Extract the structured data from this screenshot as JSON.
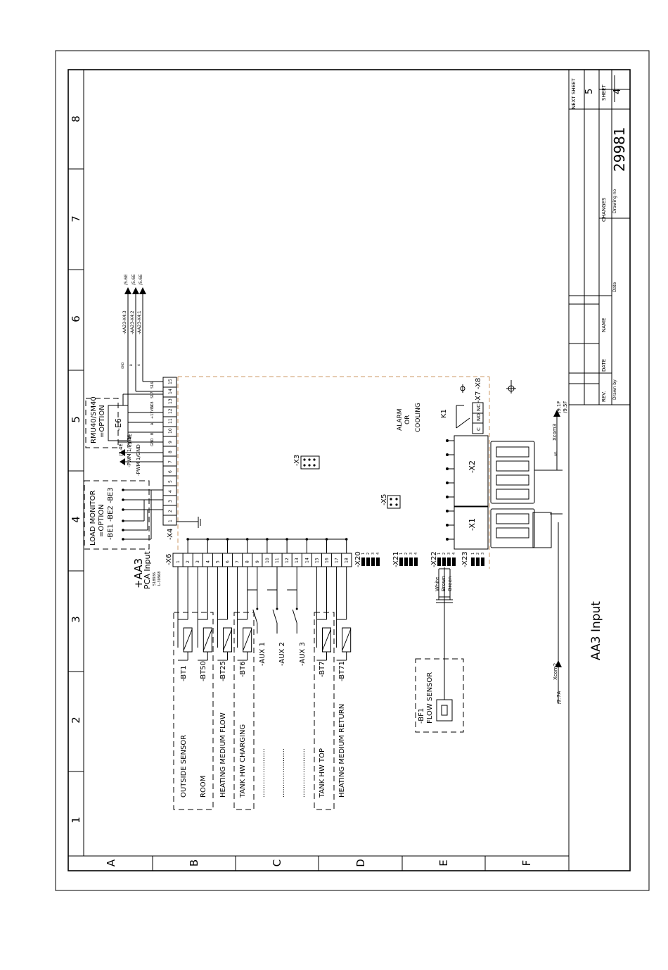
{
  "grid": {
    "cols": [
      "1",
      "2",
      "3",
      "4",
      "5",
      "6",
      "7",
      "8"
    ],
    "rows": [
      "A",
      "B",
      "C",
      "D",
      "E",
      "F"
    ]
  },
  "title_block": {
    "next_sheet_label": "NEXT SHEET",
    "next_sheet": "5",
    "sheet_label": "SHEET",
    "sheet": "4",
    "drawing_no": "29981",
    "drawing_no_label": "Drawing no",
    "changes_label": "CHANGES",
    "date_label": "Date",
    "name_label": "NAME",
    "date_col_label": "DATE",
    "rev_label": "REV.",
    "drawn_by_label": "Drawn by",
    "title": "AA3 Input"
  },
  "board": {
    "name": "+AA3",
    "subtitle": "PCA Input",
    "fine_1": "518936",
    "fine_2": "L-30968",
    "x6": "-X6",
    "x4": "-X4",
    "x3": "-X3",
    "x5": "-X5",
    "x1": "-X1",
    "x2": "-X2",
    "x7": "-X7",
    "x8": "-X8",
    "x20": "-X20",
    "x21": "-X21",
    "x22": "-X22",
    "x23": "-X23",
    "k1": "K1",
    "alarm": [
      "ALARM",
      "OR",
      "COOLING"
    ],
    "relay_pins": [
      "C",
      "NO",
      "NC"
    ]
  },
  "x6_pins": [
    "1",
    "2",
    "3",
    "4",
    "5",
    "6",
    "7",
    "8",
    "9",
    "10",
    "11",
    "12",
    "13",
    "14",
    "15",
    "16",
    "17",
    "18"
  ],
  "x4_pins": [
    "1",
    "2",
    "3",
    "4",
    "5",
    "6",
    "7",
    "8",
    "9",
    "10",
    "11",
    "12",
    "13",
    "14",
    "15"
  ],
  "small_pins": [
    "1",
    "2",
    "3",
    "4"
  ],
  "x23_pins": [
    "1",
    "2",
    "3"
  ],
  "sensors": {
    "bt1": "-BT1",
    "bt50": "-BT50",
    "bt25": "-BT25",
    "bt6": "-BT6",
    "aux1": "-AUX 1",
    "aux2": "-AUX 2",
    "aux3": "-AUX 3",
    "bt7": "-BT7",
    "bt71": "-BT71"
  },
  "sensor_labels": {
    "outside": "OUTSIDE SENSOR",
    "room": "ROOM",
    "hm_flow": "HEATING MEDIUM FLOW",
    "hw_charging": "TANK HW CHARGING",
    "dots1": "......................",
    "dots2": "......................",
    "dots3": "......................",
    "hw_top": "TANK HW TOP",
    "hm_return": "HEATING MEDIUM RETURN"
  },
  "flow_sensor": {
    "name": "-BF1",
    "label": "FLOW SENSOR",
    "wires": [
      "White",
      "Brown",
      "Green"
    ]
  },
  "load_monitor": {
    "title": "LOAD MONITOR",
    "option": "=OPTION",
    "parts": "-BE1 -BE2 -BE3"
  },
  "rmu": {
    "title": "RMU40/SM40",
    "option": "=OPTION",
    "part": "-E6"
  },
  "signals": {
    "pwm1_gnd": "-PWM 1/GND",
    "pwm1_pwm": "-PWM 1/PWM",
    "ref1": "/3.4E",
    "ref2": "/3.4E",
    "aa23_1": "-AA23-X4:1",
    "aa23_2": "-AA23-X4:2",
    "aa23_3": "-AA23-X4:3",
    "ref_56e": "/5.6E",
    "gnd": "GND",
    "a": "A",
    "b": "B",
    "v12": "+12VDC",
    "s16": "S16",
    "s17": "S17",
    "s18": "S18",
    "xcom2": "Xcom2",
    "xcom3": "Xcom3",
    "ref_27a": "/2.7A",
    "ref_91f": "/9.1F",
    "ref_95f": "/9.5F",
    "w3": "W3"
  }
}
